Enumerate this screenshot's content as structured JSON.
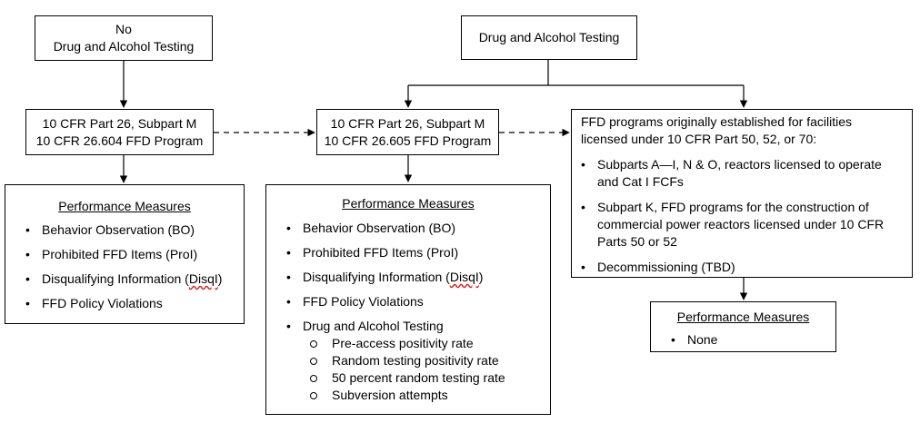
{
  "boxes": {
    "no_testing": {
      "line1": "No",
      "line2": "Drug and Alcohol Testing"
    },
    "testing": {
      "label": "Drug and Alcohol Testing"
    },
    "subpart_m_604": {
      "line1": "10 CFR Part 26, Subpart M",
      "line2": "10 CFR 26.604 FFD Program"
    },
    "subpart_m_605": {
      "line1": "10 CFR Part 26, Subpart M",
      "line2": "10 CFR 26.605 FFD Program"
    },
    "ffd_programs": {
      "intro_line1": "FFD programs originally established for facilities",
      "intro_line2": "licensed under 10 CFR Part 50, 52, or 70:",
      "items": [
        {
          "line1": "Subparts A—I, N & O, reactors licensed to operate",
          "line2": "and Cat I FCFs"
        },
        {
          "line1": "Subpart K, FFD programs for the construction of",
          "line2": "commercial power reactors licensed under 10 CFR",
          "line3": "Parts 50 or 52"
        },
        {
          "line1": "Decommissioning (TBD)"
        }
      ]
    },
    "pm_604": {
      "title": "Performance Measures",
      "items": [
        "Behavior Observation (BO)",
        "Prohibited FFD Items (ProI)",
        "Disqualifying Information (",
        "FFD Policy Violations"
      ],
      "disqi_abbr": "DisqI",
      "disqi_close": ")"
    },
    "pm_605": {
      "title": "Performance Measures",
      "items": [
        "Behavior Observation (BO)",
        "Prohibited FFD Items (ProI)",
        "Disqualifying Information (",
        "FFD Policy Violations",
        "Drug and Alcohol Testing"
      ],
      "disqi_abbr": "DisqI",
      "disqi_close": ")",
      "subitems": [
        "Pre-access positivity rate",
        "Random testing positivity rate",
        "50 percent random testing rate",
        "Subversion attempts"
      ]
    },
    "pm_none": {
      "title": "Performance Measures",
      "items": [
        "None"
      ]
    }
  },
  "bullet_glyph": "•"
}
